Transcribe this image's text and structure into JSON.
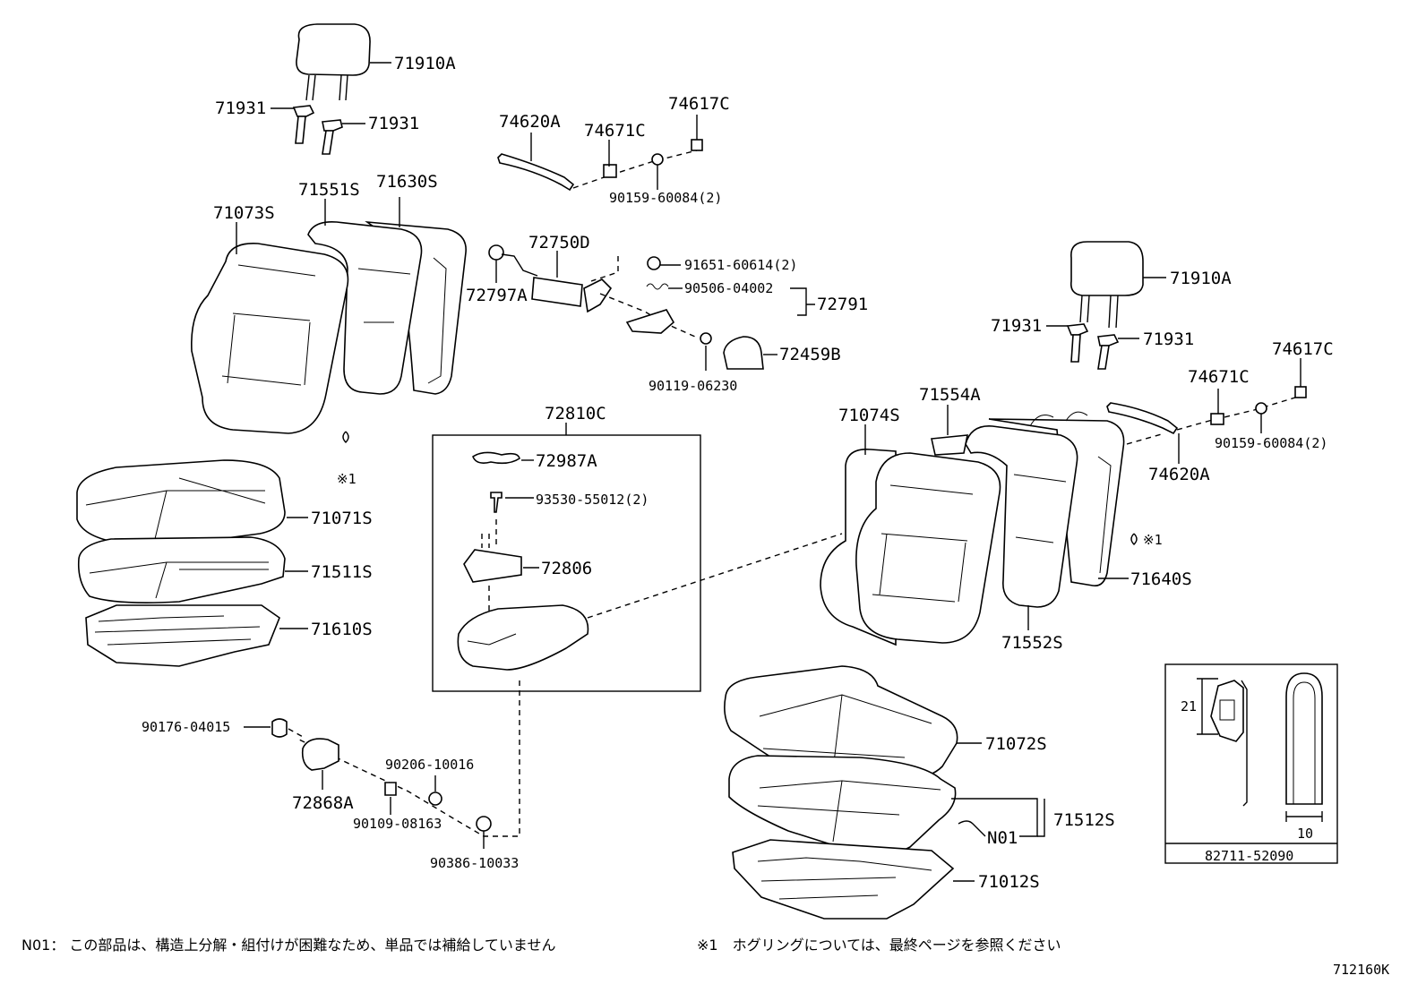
{
  "parts": {
    "headrest_left": "71910A",
    "support_left_a": "71931",
    "support_left_b": "71931",
    "hook_upper": "74620A",
    "clip_upper": "74671C",
    "cap_upper": "74617C",
    "screw_upper": "90159-60084(2)",
    "back_cover_left": "71073S",
    "back_pad_left": "71551S",
    "back_frame_left": "71630S",
    "recliner_cable": "72750D",
    "bolt_91651": "91651-60614(2)",
    "spring_90506": "90506-04002",
    "recliner_assy": "72791",
    "knob_72797A": "72797A",
    "cover_72459B": "72459B",
    "screw_90119": "90119-06230",
    "lever_box": "72810C",
    "emblem": "72987A",
    "screw_93530": "93530-55012(2)",
    "lever_72806": "72806",
    "hog_ring_left": "※1",
    "cushion_cover_left": "71071S",
    "cushion_pad_left": "71511S",
    "cushion_frame_left": "71610S",
    "nut_90176": "90176-04015",
    "bracket_72868A": "72868A",
    "washer_90206": "90206-10016",
    "bolt_90109": "90109-08163",
    "bush_90386": "90386-10033",
    "headrest_right": "71910A",
    "support_right_a": "71931",
    "support_right_b": "71931",
    "cap_right": "74617C",
    "clip_right": "74671C",
    "screw_right": "90159-60084(2)",
    "hook_right": "74620A",
    "back_cover_right": "71074S",
    "back_pad_right": "71554A",
    "hog_ring_right": "※1",
    "back_frame_right": "71640S",
    "back_pad_lower_right": "71552S",
    "cushion_cover_right": "71072S",
    "cushion_pad_right": "71512S",
    "n01": "N01",
    "cushion_frame_right": "71012S"
  },
  "detail_box": {
    "dim_height": "21",
    "dim_width": "10",
    "part_no": "82711-52090"
  },
  "notes": {
    "n01_note": "N01： この部品は、構造上分解・組付けが困難なため、単品では補給していません",
    "hog_ring_note": "※1　ホグリングについては、最終ページを参照ください"
  },
  "diagram_id": "712160K"
}
